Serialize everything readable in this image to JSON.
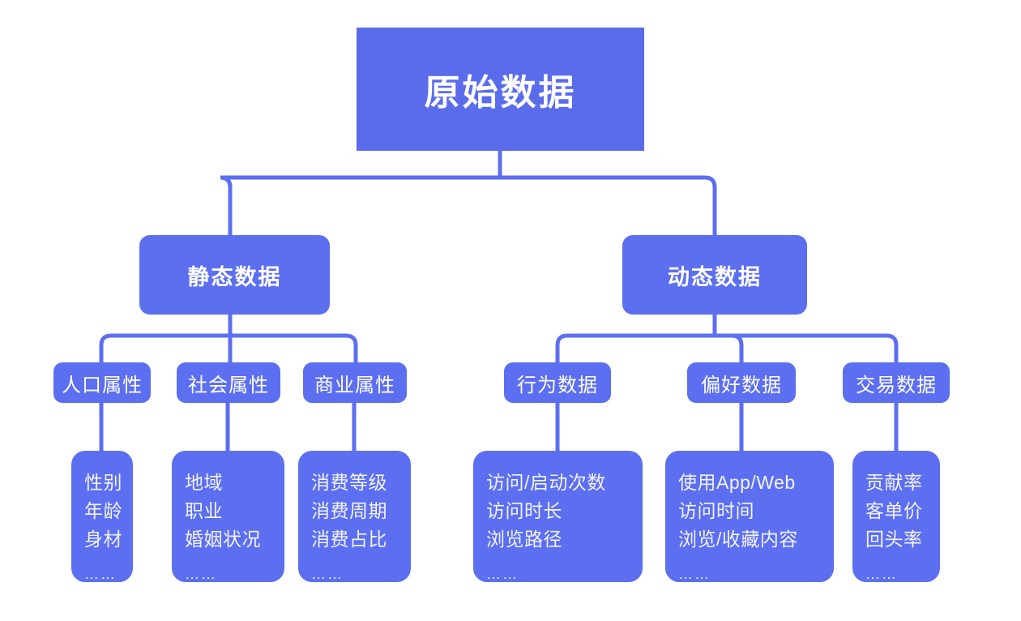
{
  "diagram": {
    "title": "原始数据",
    "theme": {
      "background": "#ffffff",
      "node_fill_root": "#5a6cec",
      "node_fill_branch": "#5c6fef",
      "node_fill_category": "#5c6ff0",
      "node_fill_leaf": "#5c6ff0",
      "connector_color": "#5c6ff0",
      "text_color": "#ffffff"
    },
    "root": {
      "label": "原始数据"
    },
    "branches": [
      {
        "label": "静态数据",
        "categories": [
          {
            "label": "人口属性",
            "items": [
              "性别",
              "年龄",
              "身材"
            ],
            "ellipsis": "……"
          },
          {
            "label": "社会属性",
            "items": [
              "地域",
              "职业",
              "婚姻状况"
            ],
            "ellipsis": "……"
          },
          {
            "label": "商业属性",
            "items": [
              "消费等级",
              "消费周期",
              "消费占比"
            ],
            "ellipsis": "……"
          }
        ]
      },
      {
        "label": "动态数据",
        "categories": [
          {
            "label": "行为数据",
            "items": [
              "访问/启动次数",
              "访问时长",
              "浏览路径"
            ],
            "ellipsis": "……"
          },
          {
            "label": "偏好数据",
            "items": [
              "使用App/Web",
              "访问时间",
              "浏览/收藏内容"
            ],
            "ellipsis": "……"
          },
          {
            "label": "交易数据",
            "items": [
              "贡献率",
              "客单价",
              "回头率"
            ],
            "ellipsis": "……"
          }
        ]
      }
    ]
  }
}
